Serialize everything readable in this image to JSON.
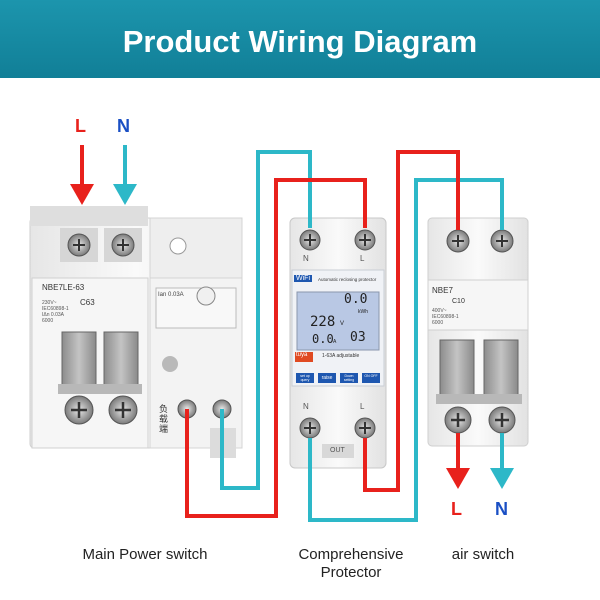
{
  "banner": {
    "title": "Product Wiring Diagram"
  },
  "terminals": {
    "input_live": "L",
    "input_neutral": "N",
    "output_live": "L",
    "output_neutral": "N"
  },
  "main_switch": {
    "model": "NBE7LE-63",
    "rating": "C63",
    "specs": [
      "230V~",
      "IEC60898-1",
      "IΔn 0.03A",
      "6000"
    ],
    "side_text": "Ian 0.03A",
    "load_label": "负载端"
  },
  "protector": {
    "wifi_label": "WiFi",
    "header_text": "Automatic reclosing protector",
    "readings": {
      "top_value": "0.0",
      "top_unit": "kWh",
      "voltage": "228",
      "voltage_unit": "V",
      "current": "0.0",
      "current_unit": "A",
      "index": "03"
    },
    "brand": "tuya",
    "adjustable_text": "1-63A adjustable",
    "buttons": [
      "set up query",
      "raise",
      "Down setting",
      "ON OFF"
    ],
    "bottom_label": "OUT",
    "terminal_labels": [
      "N",
      "L",
      "N",
      "L"
    ]
  },
  "air_switch": {
    "model": "NBE7",
    "rating": "C10",
    "specs": [
      "400V~",
      "IEC60898-1",
      "6000"
    ]
  },
  "captions": {
    "main": "Main Power switch",
    "protector_line1": "Comprehensive",
    "protector_line2": "Protector",
    "air": "air switch"
  },
  "colors": {
    "banner": "#1592aa",
    "live_wire": "#e8211c",
    "neutral_wire": "#2db8c8",
    "live_text": "#e8211c",
    "neutral_text": "#1a4fc4",
    "lcd": "#b9c8e4"
  }
}
